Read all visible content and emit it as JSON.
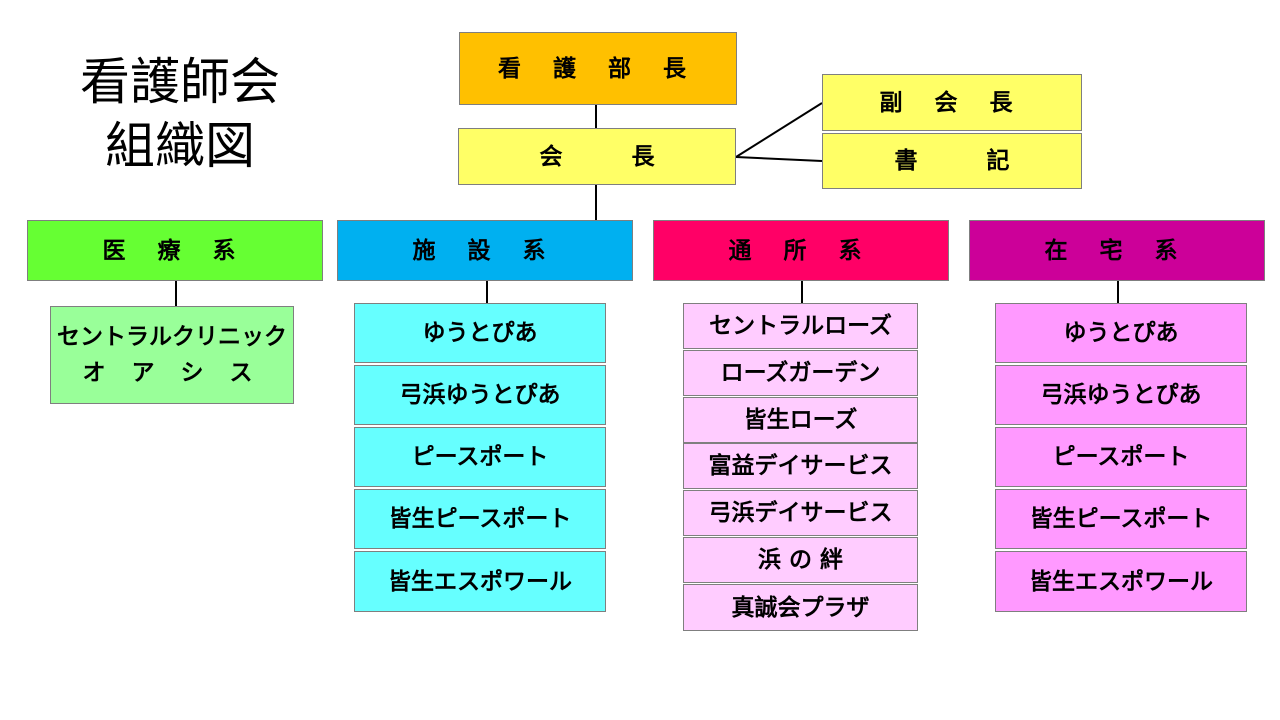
{
  "title": {
    "line1": "看護師会",
    "line2": "組織図"
  },
  "top": {
    "director": "看 護 部 長",
    "president": "会　　　長",
    "vice_president": "副 会 長",
    "secretary": "書　　　記"
  },
  "categories": [
    {
      "key": "medical",
      "label": "医 療 系",
      "color": "#66ff33",
      "item_color": "#99ff99",
      "items": [
        {
          "lines": [
            "セントラルクリニック",
            "オ ア シ ス"
          ]
        }
      ]
    },
    {
      "key": "facility",
      "label": "施 設 系",
      "color": "#00b0f0",
      "item_color": "#66ffff",
      "items": [
        {
          "lines": [
            "ゆうとぴあ"
          ]
        },
        {
          "lines": [
            "弓浜ゆうとぴあ"
          ]
        },
        {
          "lines": [
            "ピースポート"
          ]
        },
        {
          "lines": [
            "皆生ピースポート"
          ]
        },
        {
          "lines": [
            "皆生エスポワール"
          ]
        }
      ]
    },
    {
      "key": "daycare",
      "label": "通 所 系",
      "color": "#ff0066",
      "item_color": "#ffccff",
      "items": [
        {
          "lines": [
            "セントラルローズ"
          ]
        },
        {
          "lines": [
            "ローズガーデン"
          ]
        },
        {
          "lines": [
            "皆生ローズ"
          ]
        },
        {
          "lines": [
            "富益デイサービス"
          ]
        },
        {
          "lines": [
            "弓浜デイサービス"
          ]
        },
        {
          "lines": [
            "浜 の 絆"
          ]
        },
        {
          "lines": [
            "真誠会プラザ"
          ]
        }
      ]
    },
    {
      "key": "home",
      "label": "在 宅 系",
      "color": "#cc0099",
      "item_color": "#ff99ff",
      "items": [
        {
          "lines": [
            "ゆうとぴあ"
          ]
        },
        {
          "lines": [
            "弓浜ゆうとぴあ"
          ]
        },
        {
          "lines": [
            "ピースポート"
          ]
        },
        {
          "lines": [
            "皆生ピースポート"
          ]
        },
        {
          "lines": [
            "皆生エスポワール"
          ]
        }
      ]
    }
  ],
  "colors": {
    "director": "#ffc000",
    "president": "#ffff66",
    "vice": "#ffff66",
    "line": "#000000"
  }
}
